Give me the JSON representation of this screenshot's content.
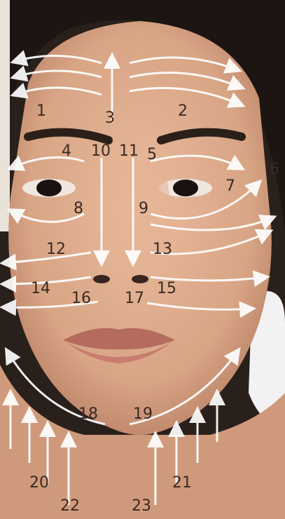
{
  "labels": {
    "l1": "1",
    "l2": "2",
    "l3": "3",
    "l4": "4",
    "l5": "5",
    "l6": "6",
    "l7": "7",
    "l8": "8",
    "l9": "9",
    "l10": "10",
    "l11": "11",
    "l12": "12",
    "l13": "13",
    "l14": "14",
    "l15": "15",
    "l16": "16",
    "l17": "17",
    "l18": "18",
    "l19": "19",
    "l20": "20",
    "l21": "21",
    "l22": "22",
    "l23": "23"
  },
  "colors": {
    "skin": "#d9a888",
    "hair": "#1c1512",
    "arrow": "#ffffff",
    "lips": "#b56b5e",
    "label": "#3a2a22"
  }
}
